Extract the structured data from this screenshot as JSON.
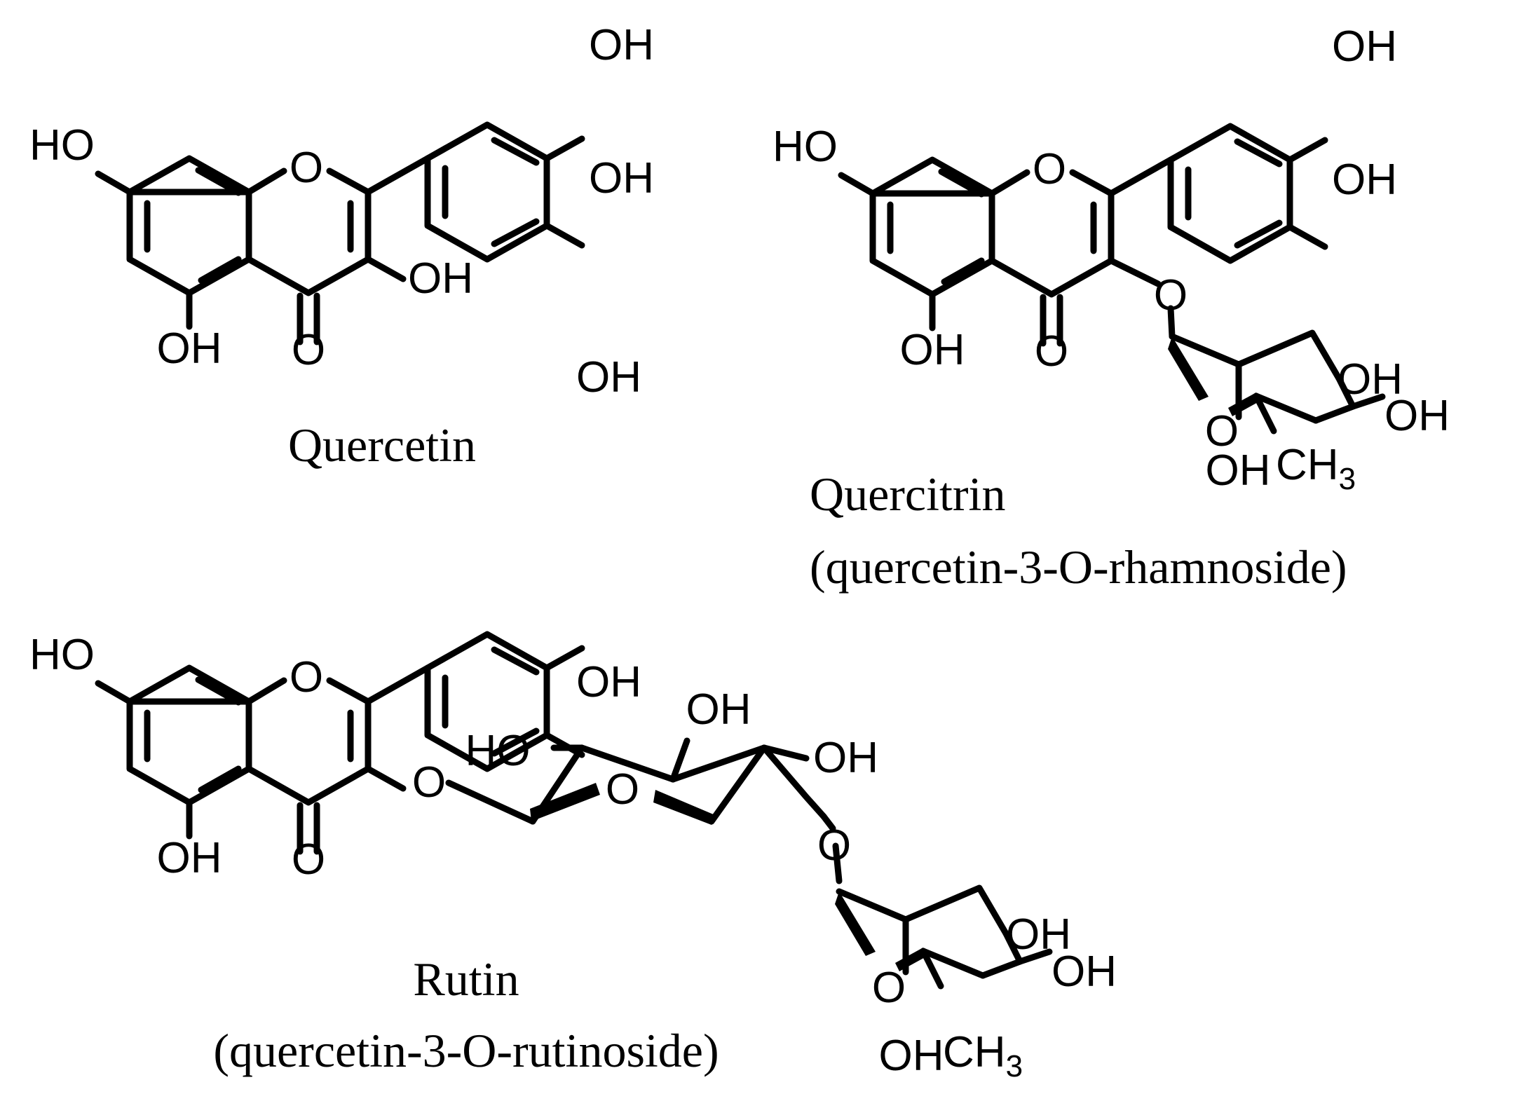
{
  "captions": {
    "quercetin": "Quercetin",
    "quercitrin": "Quercitrin",
    "quercitrin_sub": "(quercetin-3-O-rhamnoside)",
    "rutin": "Rutin",
    "rutin_sub": "(quercetin-3-O-rutinoside)"
  },
  "atoms": {
    "oh": "OH",
    "ho": "HO",
    "o": "O",
    "ch": "CH",
    "three": "3"
  }
}
